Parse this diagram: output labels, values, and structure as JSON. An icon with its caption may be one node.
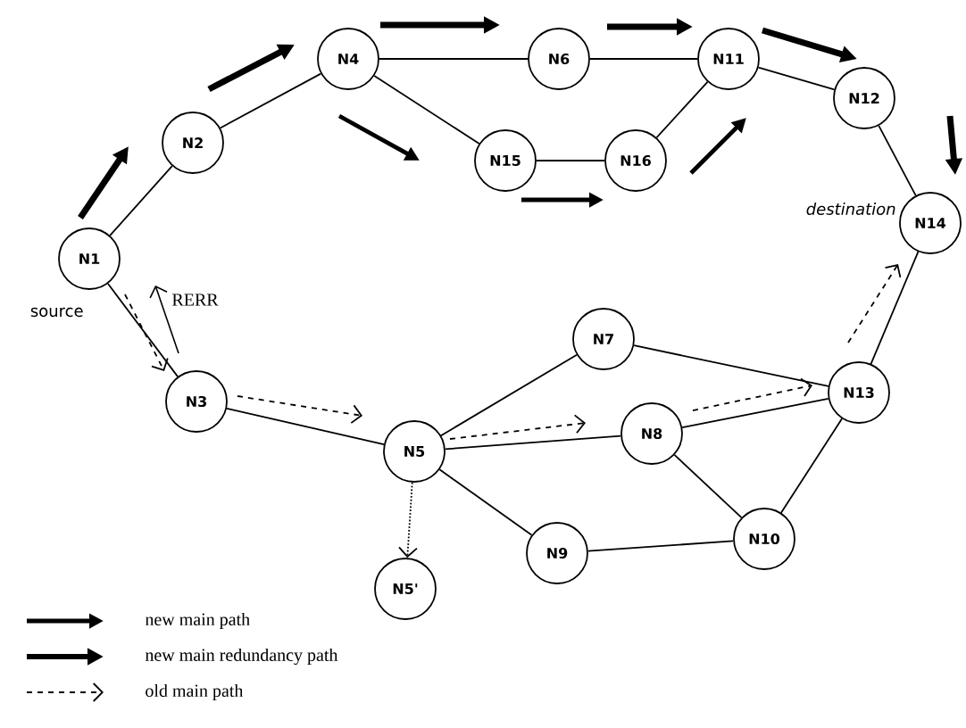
{
  "diagram": {
    "nodes": [
      {
        "text": [
          "N1"
        ],
        "beside": [
          "source"
        ]
      },
      {
        "text": [
          "N2"
        ]
      },
      {
        "text": [
          "N4"
        ]
      },
      {
        "text": [
          "N6"
        ]
      },
      {
        "text": [
          "N11"
        ]
      },
      {
        "text": [
          "N12"
        ]
      },
      {
        "text": [
          "N15"
        ]
      },
      {
        "text": [
          "N16"
        ]
      },
      {
        "text": [
          "N14"
        ],
        "beside": [
          "destination"
        ]
      },
      {
        "text": [
          "N3"
        ]
      },
      {
        "text": [
          "N5"
        ]
      },
      {
        "text": [
          "N7"
        ]
      },
      {
        "text": [
          "N8"
        ]
      },
      {
        "text": [
          "N13"
        ]
      },
      {
        "text": [
          "N9"
        ]
      },
      {
        "text": [
          "N10"
        ]
      },
      {
        "text": [
          "N5'"
        ]
      }
    ],
    "edges": [
      {
        "from": 0,
        "to": 1,
        "arrow": "none"
      },
      {
        "from": 1,
        "to": 2,
        "arrow": "none"
      },
      {
        "from": 2,
        "to": 3,
        "arrow": "none"
      },
      {
        "from": 2,
        "to": 6,
        "arrow": "none"
      },
      {
        "from": 3,
        "to": 4,
        "arrow": "none"
      },
      {
        "from": 6,
        "to": 7,
        "arrow": "none"
      },
      {
        "from": 7,
        "to": 4,
        "arrow": "none"
      },
      {
        "from": 4,
        "to": 5,
        "arrow": "none"
      },
      {
        "from": 5,
        "to": 8,
        "arrow": "none"
      },
      {
        "from": 0,
        "to": 9,
        "arrow": "none"
      },
      {
        "from": 9,
        "to": 10,
        "arrow": "none"
      },
      {
        "from": 10,
        "to": 11,
        "arrow": "none"
      },
      {
        "from": 10,
        "to": 12,
        "arrow": "none"
      },
      {
        "from": 10,
        "to": 14,
        "arrow": "none"
      },
      {
        "from": 11,
        "to": 13,
        "arrow": "none"
      },
      {
        "from": 12,
        "to": 13,
        "arrow": "none"
      },
      {
        "from": 12,
        "to": 15,
        "arrow": "none"
      },
      {
        "from": 14,
        "to": 15,
        "arrow": "none"
      },
      {
        "from": 15,
        "to": 13,
        "arrow": "none"
      },
      {
        "from": 13,
        "to": 8,
        "arrow": "none"
      },
      {
        "from": 10,
        "to": 16,
        "arrow": "to",
        "style": "dashed"
      }
    ],
    "labels": [
      "RERR"
    ],
    "legend": [
      {
        "text": "new main path"
      },
      {
        "text": "new main redundancy path"
      },
      {
        "text": "old main path"
      }
    ]
  }
}
